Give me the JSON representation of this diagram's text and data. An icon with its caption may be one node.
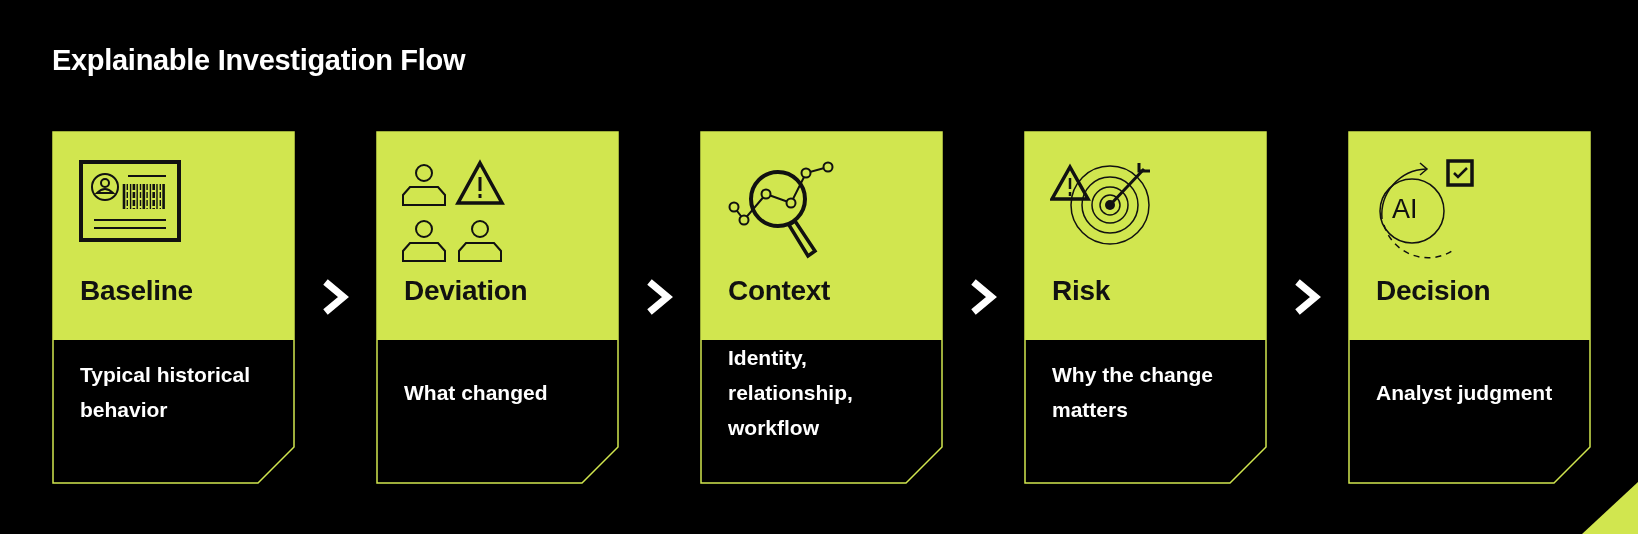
{
  "diagram": {
    "title": "Explainable Investigation Flow",
    "nodes": [
      {
        "text": [
          "Baseline",
          "Typical historical behavior"
        ]
      },
      {
        "text": [
          "Deviation",
          "What changed"
        ]
      },
      {
        "text": [
          "Context",
          "Identity, relationship, workflow"
        ]
      },
      {
        "text": [
          "Risk",
          "Why the change matters"
        ]
      },
      {
        "text": [
          "Decision",
          "Analyst judgment"
        ]
      }
    ],
    "edges": [
      {
        "from": 0,
        "to": 1,
        "arrow": "to"
      },
      {
        "from": 1,
        "to": 2,
        "arrow": "to"
      },
      {
        "from": 2,
        "to": 3,
        "arrow": "to"
      },
      {
        "from": 3,
        "to": 4,
        "arrow": "to"
      }
    ],
    "labels": [
      "AI"
    ]
  }
}
